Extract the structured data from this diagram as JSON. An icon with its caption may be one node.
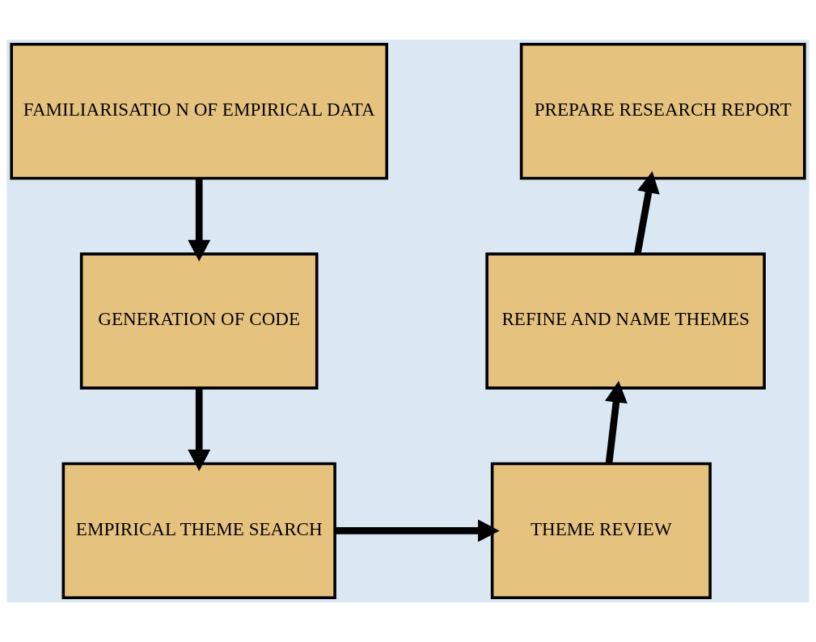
{
  "diagram": {
    "nodes": [
      {
        "text": [
          "FAMILIARISATIO N OF EMPIRICAL DATA"
        ]
      },
      {
        "text": [
          "GENERATION OF CODE"
        ]
      },
      {
        "text": [
          "EMPIRICAL THEME SEARCH"
        ]
      },
      {
        "text": [
          "THEME REVIEW"
        ]
      },
      {
        "text": [
          "REFINE AND NAME THEMES"
        ]
      },
      {
        "text": [
          "PREPARE RESEARCH REPORT"
        ]
      }
    ],
    "edges": [
      {
        "from": 0,
        "to": 1,
        "arrow": "to"
      },
      {
        "from": 1,
        "to": 2,
        "arrow": "to"
      },
      {
        "from": 2,
        "to": 3,
        "arrow": "to"
      },
      {
        "from": 3,
        "to": 4,
        "arrow": "to"
      },
      {
        "from": 4,
        "to": 5,
        "arrow": "to"
      }
    ]
  }
}
